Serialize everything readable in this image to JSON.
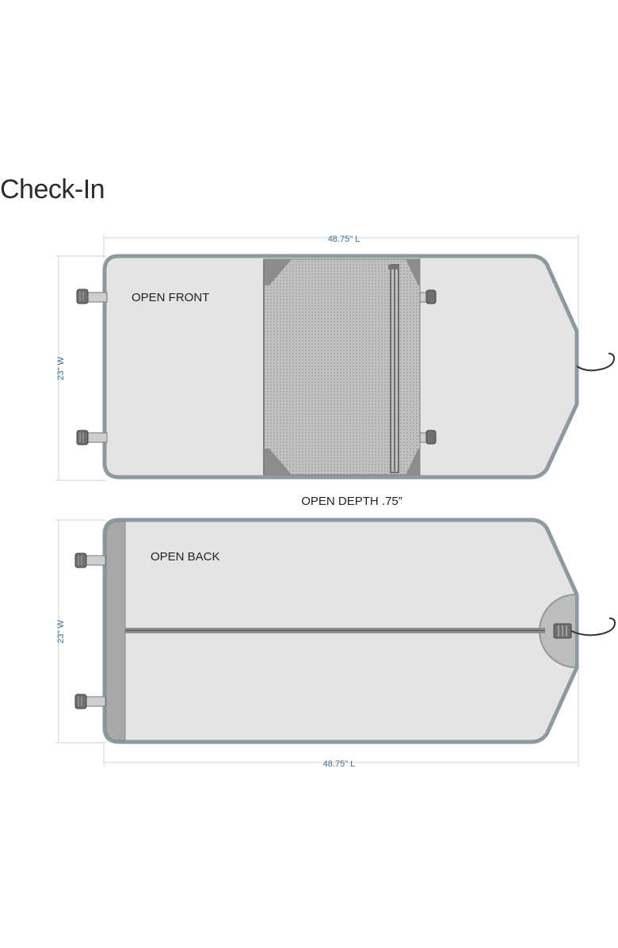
{
  "title": "Check-In",
  "front": {
    "label": "OPEN FRONT",
    "length_label": "48.75\" L",
    "width_label": "23\" W"
  },
  "depth_label": "OPEN DEPTH .75”",
  "back": {
    "label": "OPEN BACK",
    "length_label": "48.75\" L",
    "width_label": "23\" W"
  },
  "colors": {
    "outline": "#8a9a9e",
    "fill": "#e4e4e4",
    "mesh": "#bcbcbc",
    "dimension_text": "#3c6e9c",
    "label_text": "#222222",
    "back_band": "#a9a9a9"
  }
}
